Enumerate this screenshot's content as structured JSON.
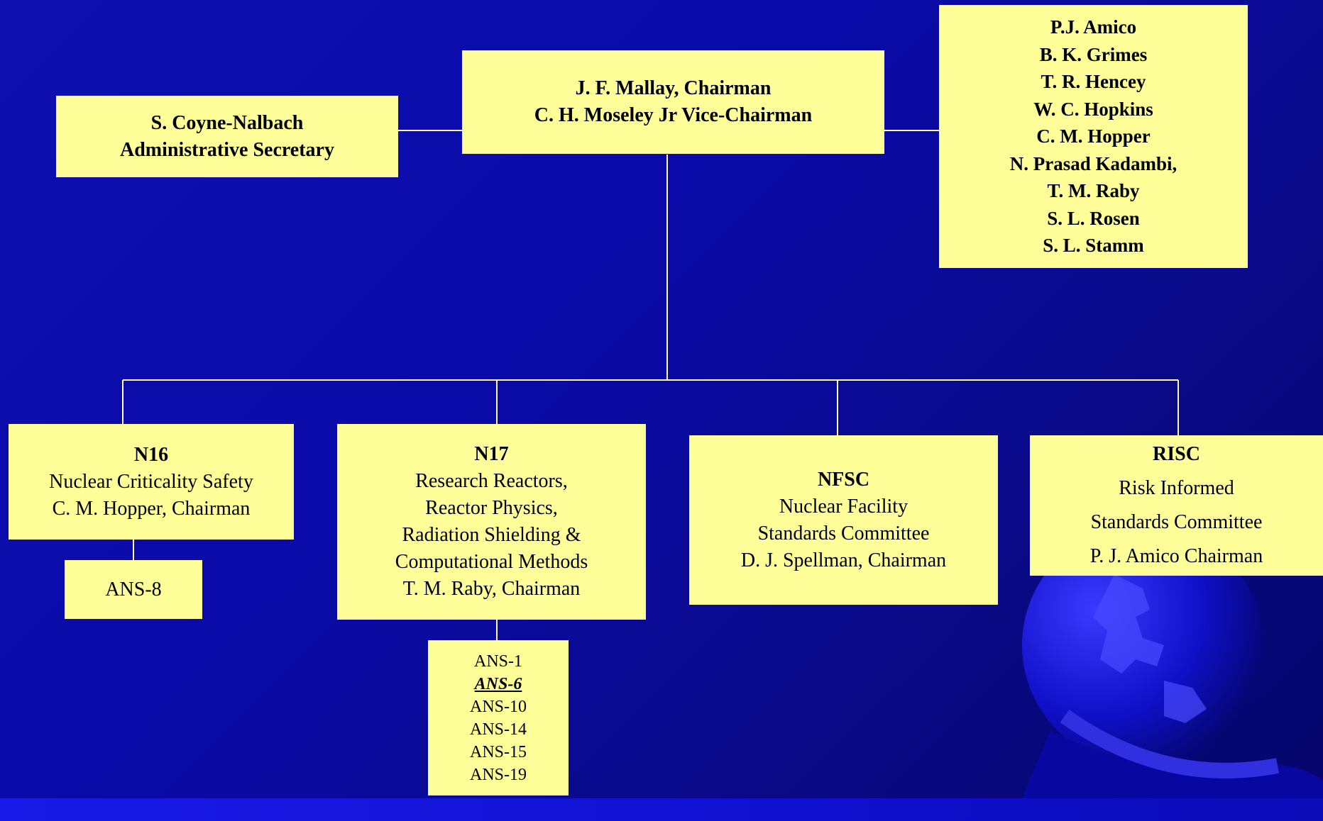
{
  "top": {
    "secretary": [
      "S. Coyne-Nalbach",
      "Administrative Secretary"
    ],
    "chair": [
      "J. F. Mallay, Chairman",
      "C. H. Moseley Jr Vice-Chairman"
    ],
    "members": [
      "P.J. Amico",
      "B. K. Grimes",
      "T. R. Hencey",
      "W. C. Hopkins",
      "C. M. Hopper",
      "N. Prasad Kadambi,",
      "T. M. Raby",
      "S. L. Rosen",
      "S. L. Stamm"
    ]
  },
  "committees": {
    "n16": [
      "N16",
      "Nuclear Criticality Safety",
      "C. M. Hopper, Chairman"
    ],
    "n17": [
      "N17",
      "Research Reactors,",
      "Reactor Physics,",
      "Radiation Shielding &",
      "Computational Methods",
      "T. M. Raby, Chairman"
    ],
    "nfsc": [
      "NFSC",
      "Nuclear Facility",
      "Standards Committee",
      "D. J. Spellman, Chairman"
    ],
    "risc": [
      "RISC",
      "Risk Informed",
      "Standards Committee",
      "P. J. Amico Chairman"
    ]
  },
  "subgroups": {
    "n16": [
      "ANS-8"
    ],
    "n17": [
      "ANS-1",
      "ANS-6",
      "ANS-10",
      "ANS-14",
      "ANS-15",
      "ANS-19"
    ]
  },
  "colors": {
    "box": "#ffff99",
    "background": "#0a0aa8",
    "lines": "#ffffff"
  }
}
